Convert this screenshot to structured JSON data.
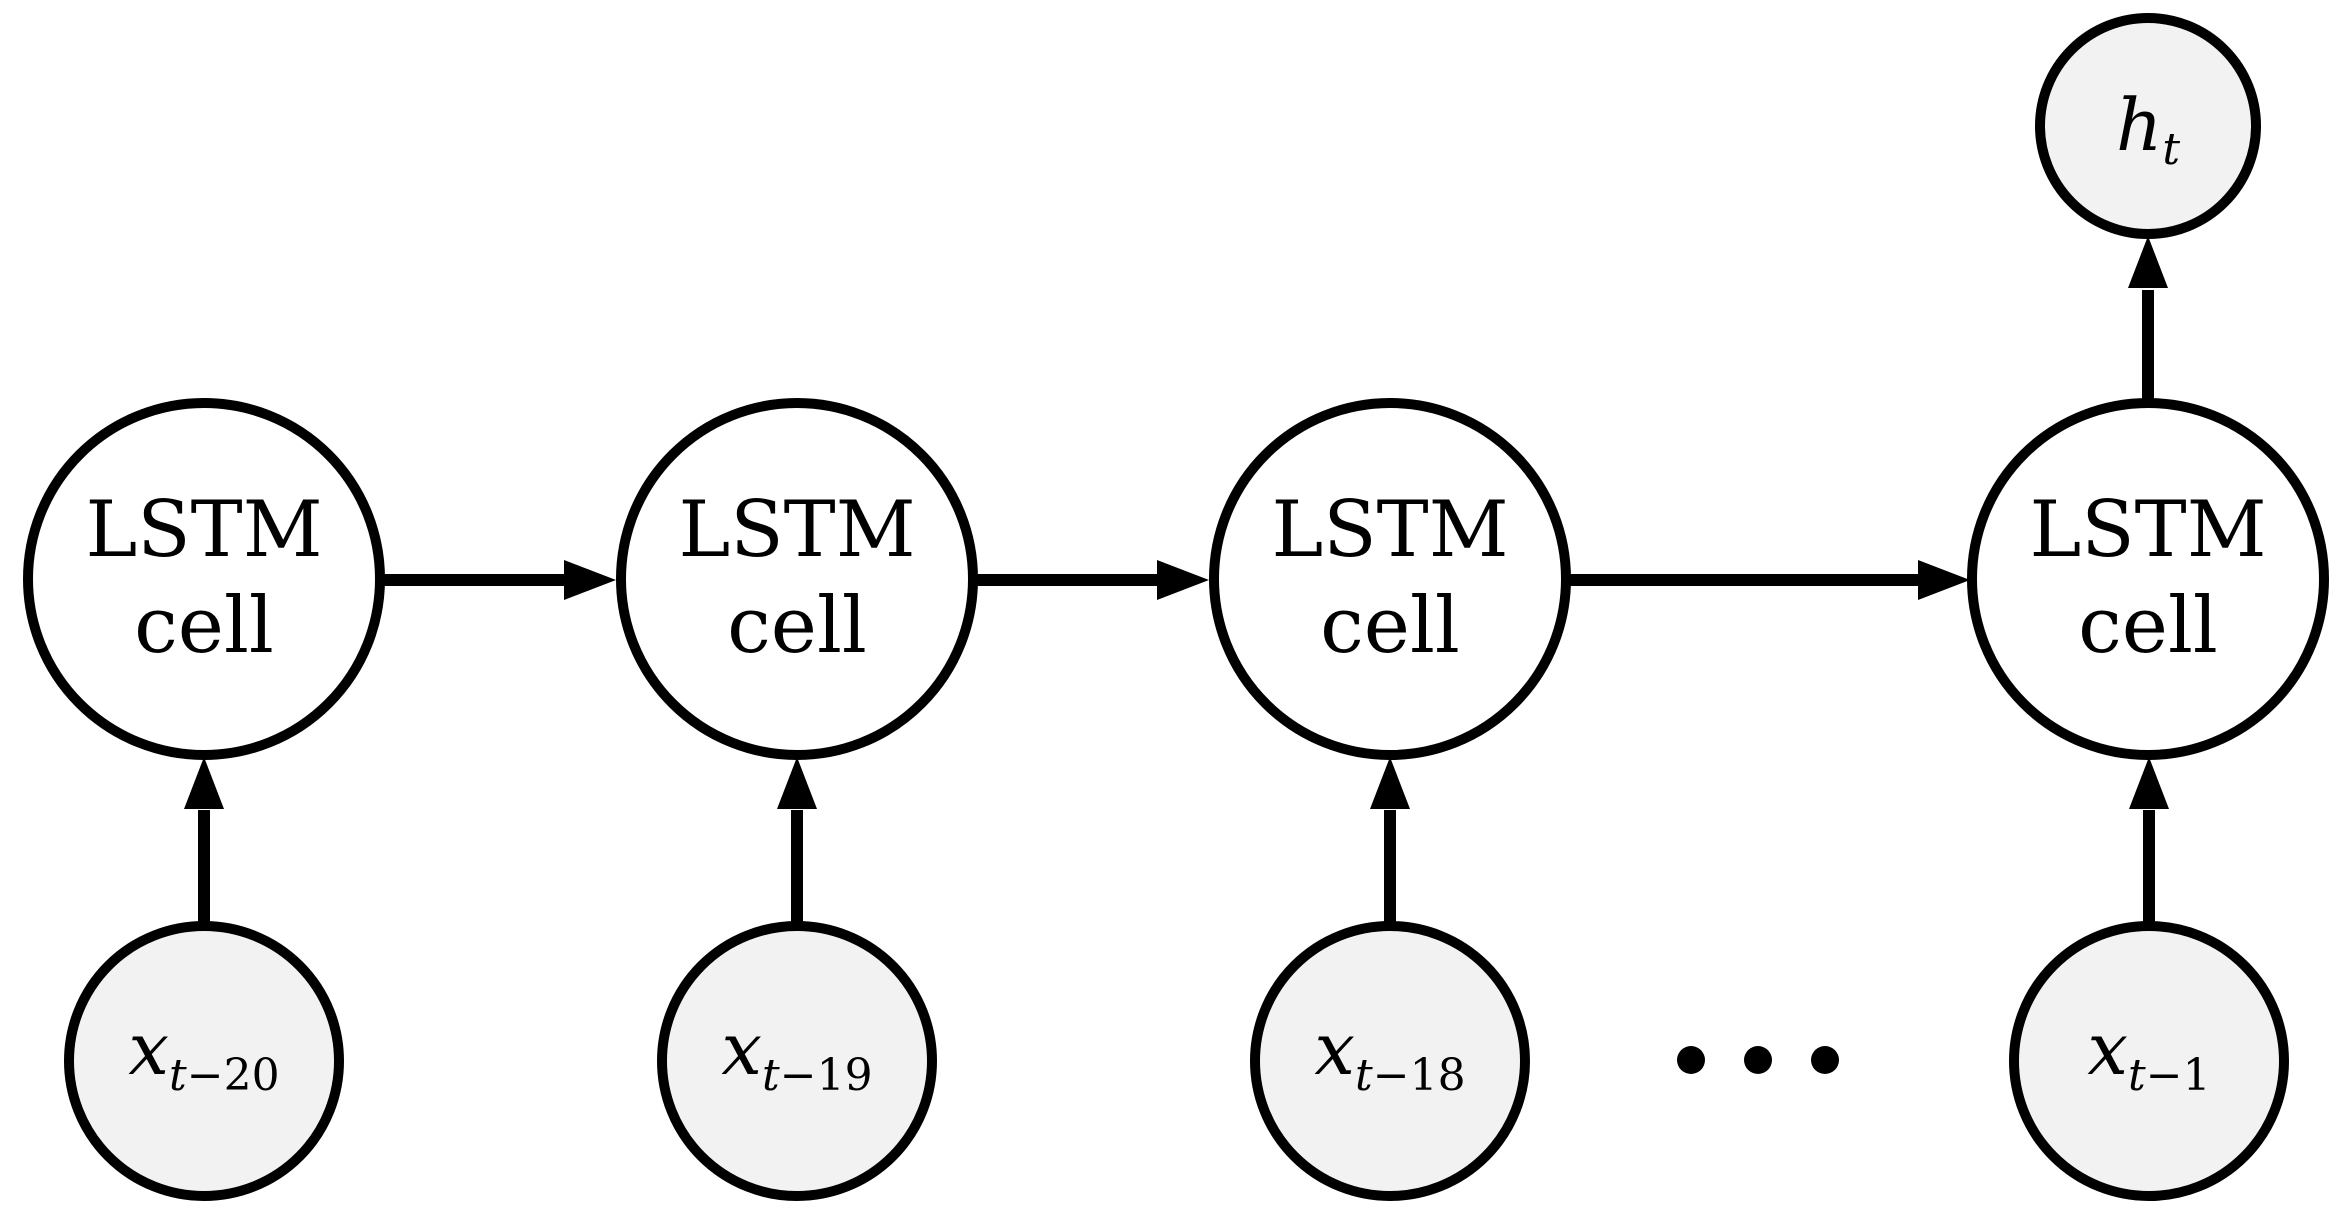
{
  "diagram": {
    "colors": {
      "stroke": "#000000",
      "node_fill_white": "#ffffff",
      "node_fill_gray": "#f2f2f2",
      "text": "#000000",
      "bg": "#ffffff"
    },
    "lstm_cells": [
      {
        "line1": "LSTM",
        "line2": "cell"
      },
      {
        "line1": "LSTM",
        "line2": "cell"
      },
      {
        "line1": "LSTM",
        "line2": "cell"
      },
      {
        "line1": "LSTM",
        "line2": "cell"
      }
    ],
    "inputs": [
      {
        "base": "x",
        "sub_var": "t",
        "sub_rest": "−20"
      },
      {
        "base": "x",
        "sub_var": "t",
        "sub_rest": "−19"
      },
      {
        "base": "x",
        "sub_var": "t",
        "sub_rest": "−18"
      },
      {
        "base": "x",
        "sub_var": "t",
        "sub_rest": "−1"
      }
    ],
    "output": {
      "base": "h",
      "sub_var": "t",
      "sub_rest": ""
    },
    "ellipsis_icon": "ellipsis-dots"
  }
}
